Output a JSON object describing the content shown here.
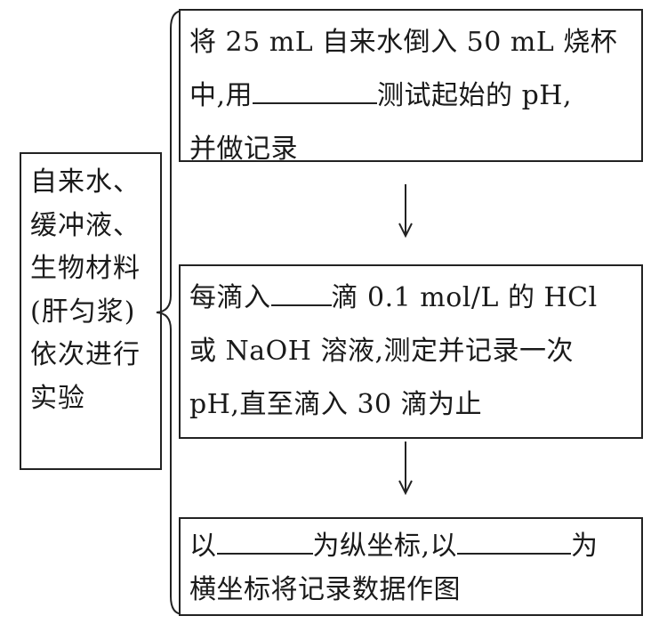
{
  "source_box": {
    "lines": [
      "自来水、",
      "缓冲液、",
      "生物材料",
      "(肝匀浆)",
      "依次进行",
      "实验"
    ]
  },
  "steps": [
    {
      "line1": "将 25 mL 自来水倒入 50 mL 烧杯",
      "line2_before": "中,用",
      "line2_after": "测试起始的 pH,",
      "line3": "并做记录"
    },
    {
      "line1_before": "每滴入",
      "line1_after": "滴 0.1 mol/L 的 HCl",
      "line2": "或 NaOH 溶液,测定并记录一次",
      "line3": "pH,直至滴入 30 滴为止"
    },
    {
      "line1_before": "以",
      "line1_mid": "为纵坐标,以",
      "line1_after": "为",
      "line2": "横坐标将记录数据作图"
    }
  ]
}
